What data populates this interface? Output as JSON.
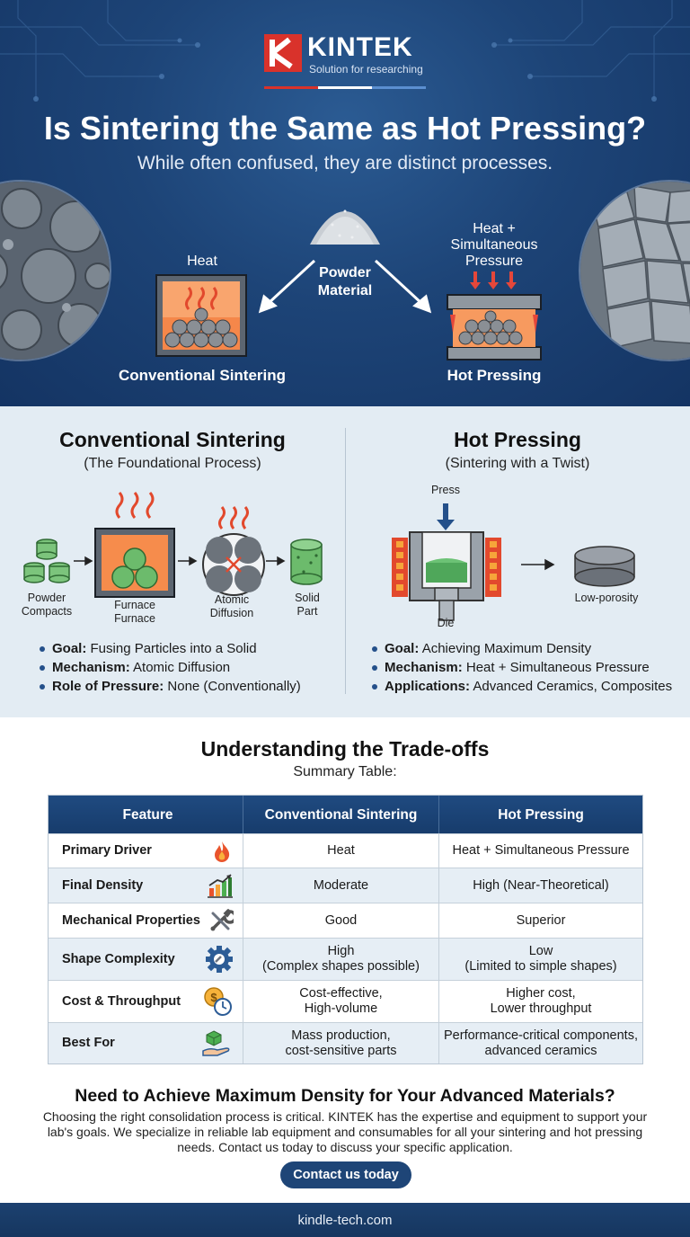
{
  "brand": {
    "name": "KINTEK",
    "tagline": "Solution for researching",
    "colors": {
      "navy": "#1d4477",
      "red": "#d9322b",
      "orange": "#f08a3c",
      "green": "#5cb85c"
    }
  },
  "hero": {
    "title": "Is Sintering the Same as Hot Pressing?",
    "subtitle": "While often confused, they are distinct processes.",
    "heat_label": "Heat",
    "powder_label": "Powder Material",
    "heat_pressure_label": "Heat + Simultaneous Pressure",
    "conventional_label": "Conventional Sintering",
    "hot_label": "Hot Pressing"
  },
  "process": {
    "left": {
      "title": "Conventional Sintering",
      "subtitle": "(The Foundational Process)",
      "steps": [
        "Powder Compacts",
        "Furnace Furnace",
        "Atomic Diffusion",
        "Solid Part"
      ],
      "bullets": [
        {
          "key": "Goal:",
          "value": "Fusing Particles into a Solid"
        },
        {
          "key": "Mechanism:",
          "value": "Atomic Diffusion"
        },
        {
          "key": "Role of Pressure:",
          "value": "None (Conventionally)"
        }
      ]
    },
    "right": {
      "title": "Hot Pressing",
      "subtitle": "(Sintering with a Twist)",
      "press_label": "Press",
      "die_label": "Die",
      "result_label": "Low-porosity",
      "bullets": [
        {
          "key": "Goal:",
          "value": "Achieving Maximum Density"
        },
        {
          "key": "Mechanism:",
          "value": "Heat + Simultaneous Pressure"
        },
        {
          "key": "Applications:",
          "value": "Advanced Ceramics, Composites"
        }
      ]
    }
  },
  "tradeoffs": {
    "title": "Understanding the Trade-offs",
    "subtitle": "Summary Table:",
    "headers": [
      "Feature",
      "Conventional Sintering",
      "Hot Pressing"
    ],
    "rows": [
      {
        "feature": "Primary Driver",
        "icon": "flame-icon",
        "conventional": "Heat",
        "hot": "Heat + Simultaneous Pressure"
      },
      {
        "feature": "Final Density",
        "icon": "bar-chart-icon",
        "conventional": "Moderate",
        "hot": "High (Near-Theoretical)"
      },
      {
        "feature": "Mechanical Properties",
        "icon": "wrench-icon",
        "conventional": "Good",
        "hot": "Superior"
      },
      {
        "feature": "Shape Complexity",
        "icon": "gear-icon",
        "conventional": "High\n(Complex shapes possible)",
        "hot": "Low\n(Limited to simple shapes)"
      },
      {
        "feature": "Cost & Throughput",
        "icon": "cost-clock-icon",
        "conventional": "Cost-effective,\nHigh-volume",
        "hot": "Higher cost,\nLower throughput"
      },
      {
        "feature": "Best For",
        "icon": "hand-box-icon",
        "conventional": "Mass production,\ncost-sensitive parts",
        "hot": "Performance-critical components,\nadvanced ceramics"
      }
    ]
  },
  "cta": {
    "title": "Need to Achieve Maximum Density for Your Advanced Materials?",
    "body": "Choosing the right consolidation process is critical. KINTEK has the expertise and equipment to support your lab's goals. We specialize in reliable lab equipment and consumables for all your sintering and hot pressing needs. Contact us today to discuss your specific application.",
    "button": "Contact us today"
  },
  "footer": {
    "url": "kindle-tech.com"
  }
}
